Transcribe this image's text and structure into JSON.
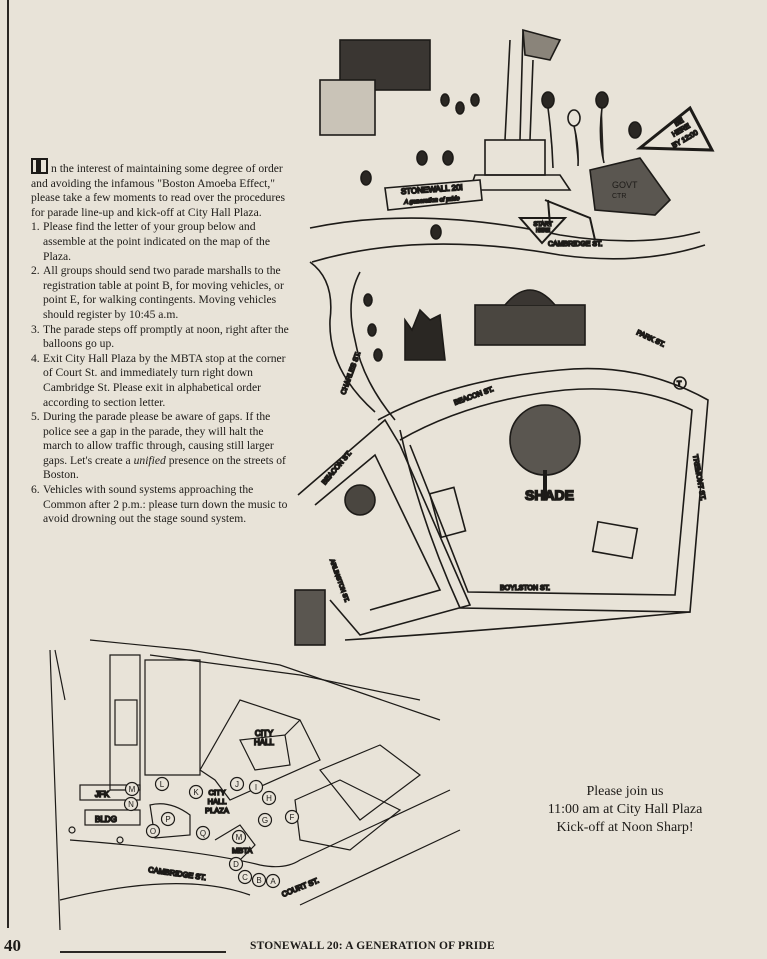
{
  "intro": {
    "drop_cap": "I",
    "lead": "n the interest of maintaining some degree of order and avoiding the infamous \"Boston Amoeba Effect,\" please take a few moments to read over the procedures for parade line-up and kick-off at City Hall Plaza.",
    "items": [
      {
        "num": "1.",
        "text": "Please find the letter of your group below and assemble at the point indicated on the map of the Plaza."
      },
      {
        "num": "2.",
        "text": "All groups should send two parade marshalls to the registration table at point B, for moving vehicles, or point E, for walking contingents. Moving vehicles should register by 10:45 a.m."
      },
      {
        "num": "3.",
        "text": "The parade steps off promptly at noon, right after the balloons go up."
      },
      {
        "num": "4.",
        "text": "Exit City Hall Plaza by the MBTA stop at the corner of Court St. and immediately turn right down Cambridge St. Please exit in alphabetical order according to section letter."
      },
      {
        "num": "5.",
        "text_before": "During the parade please be aware of gaps. If the police see a gap in the parade, they will halt the march to allow traffic through, causing still larger gaps. Let's create a ",
        "emphasis": "unified",
        "text_after": " presence on the streets of Boston."
      },
      {
        "num": "6.",
        "text": "Vehicles with sound systems approaching the Common after 2 p.m.: please turn down the music to avoid drowning out the stage sound system."
      }
    ]
  },
  "illustration": {
    "banner": "STONEWALL 20!",
    "banner_sub": "A generation of pride",
    "start": [
      "START",
      "HERE"
    ],
    "govt": [
      "GOVT",
      "CTR"
    ],
    "be_here": [
      "BE",
      "HERE",
      "BY 12:00"
    ],
    "streets": {
      "cambridge": "CAMBRIDGE ST.",
      "charles": "CHARLES ST.",
      "beacon_top": "BEACON ST.",
      "park": "PARK ST.",
      "tremont": "TREMONT ST.",
      "boylston": "BOYLSTON ST.",
      "beacon_lower": "BEACON ST.",
      "arlington": "ARLINGTON ST."
    },
    "shade": "SHADE",
    "t_stop": "T"
  },
  "plaza_map": {
    "city_hall": [
      "CITY",
      "HALL"
    ],
    "plaza": [
      "CITY",
      "HALL",
      "PLAZA"
    ],
    "jfk": "JFK",
    "bldg": "BLDG",
    "mbta": "MBTA",
    "cambridge_st": "CAMBRIDGE ST.",
    "court_st": "COURT ST.",
    "points": [
      "A",
      "B",
      "C",
      "D",
      "F",
      "G",
      "H",
      "I",
      "J",
      "K",
      "L",
      "M",
      "N",
      "O",
      "P",
      "Q",
      "M"
    ]
  },
  "join": {
    "line1": "Please join us",
    "line2": "11:00 am at City Hall Plaza",
    "line3": "Kick-off at Noon Sharp!"
  },
  "footer": {
    "page_number": "40",
    "title": "STONEWALL 20:  A GENERATION OF PRIDE"
  }
}
